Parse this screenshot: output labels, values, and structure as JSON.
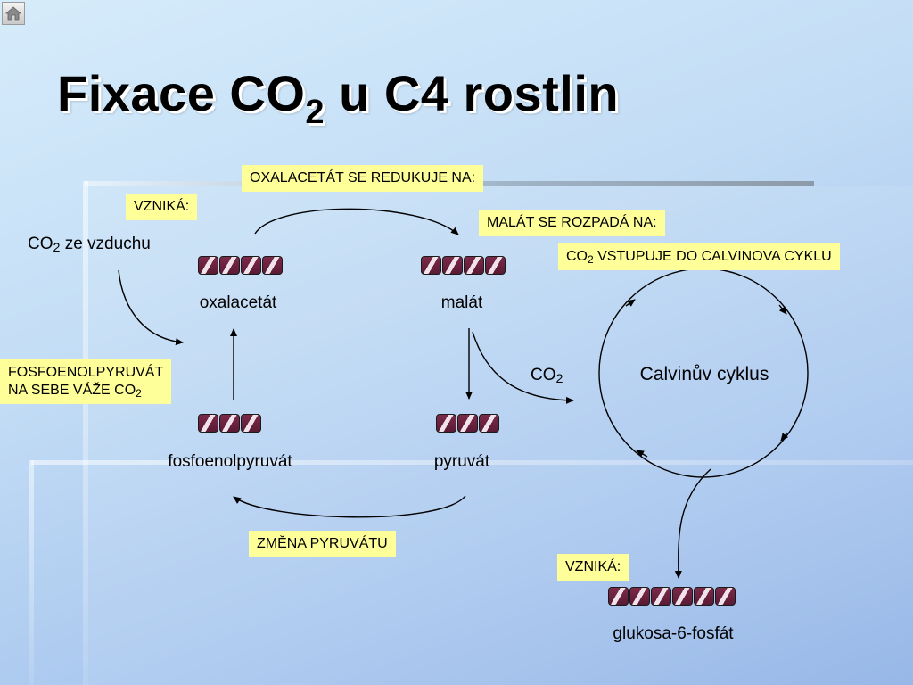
{
  "title": {
    "main": "Fixace CO",
    "sub": "2",
    "rest": " u C4 rostlin"
  },
  "notes": {
    "oxalacetat_reduction": "OXALACETÁT SE REDUKUJE NA:",
    "vznika_top": "VZNIKÁ:",
    "malat_breakdown": "MALÁT SE ROZPADÁ NA:",
    "co2_calvin": {
      "pre": "CO",
      "sub": "2",
      "post": " VSTUPUJE DO CALVINOVA CYKLU"
    },
    "pep_binding": {
      "line1": "FOSFOENOLPYRUVÁT",
      "line2_pre": "NA SEBE VÁŽE CO",
      "line2_sub": "2"
    },
    "pyruvate_change": "ZMĚNA PYRUVÁTU",
    "vznika_bottom": "VZNIKÁ:"
  },
  "labels": {
    "co2_air": {
      "pre": "CO",
      "sub": "2",
      "post": " ze vzduchu"
    },
    "oxalacetat": "oxalacetát",
    "malat": "malát",
    "co2_release": {
      "pre": "CO",
      "sub": "2"
    },
    "calvin_cycle": "Calvinův cyklus",
    "pep": "fosfoenolpyruvát",
    "pyruvat": "pyruvát",
    "glucose6p": "glukosa-6-fosfát"
  },
  "molecules": {
    "oxalacetat_carbons": 4,
    "malat_carbons": 4,
    "pep_carbons": 3,
    "pyruvat_carbons": 3,
    "glucose6p_carbons": 6
  },
  "icons": {
    "home": "home-icon"
  },
  "colors": {
    "note_bg": "#ffff99",
    "carbon_unit": "#6b2240",
    "background_top": "#d6ecfb",
    "background_bottom": "#8fb2e6"
  }
}
